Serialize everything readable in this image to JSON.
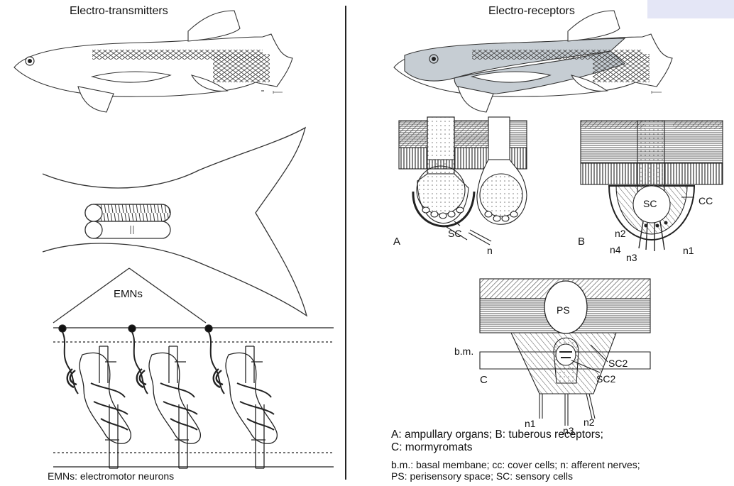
{
  "left": {
    "heading": "Electro-transmitters",
    "emn_label": "EMNs",
    "caption": "EMNs: electromotor neurons"
  },
  "right": {
    "heading": "Electro-receptors",
    "panel_a": {
      "letter": "A",
      "sc": "SC",
      "n": "n"
    },
    "panel_b": {
      "letter": "B",
      "sc": "SC",
      "cc": "CC",
      "n1": "n1",
      "n2": "n2",
      "n3": "n3",
      "n4": "n4"
    },
    "panel_c": {
      "letter": "C",
      "ps": "PS",
      "bm": "b.m.",
      "sc2a": "SC2",
      "sc2b": "SC2",
      "n1": "n1",
      "n2": "n2",
      "n3": "n3"
    },
    "caption_line1": "A: ampullary organs; B: tuberous receptors;",
    "caption_line2": "C: mormyromats",
    "legend_line1": "b.m.: basal membane; cc: cover cells; n: afferent nerves;",
    "legend_line2": "PS: perisensory space; SC: sensory cells"
  },
  "colors": {
    "fish_fill_right": "#c6cdd3",
    "tab": "#e4e6f6",
    "line": "#222222"
  }
}
